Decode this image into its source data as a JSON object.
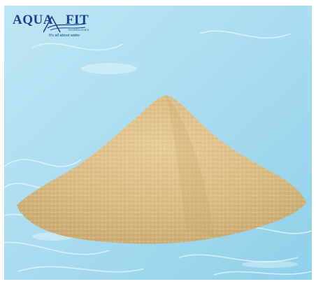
{
  "logo": {
    "brand_left": "AQUA",
    "brand_right": "FIT",
    "brand_subline": "TECHNOLOGIES",
    "tagline": "It's all about water",
    "color": "#1e3f8f"
  },
  "photo": {
    "subject": "resin-granule-pile",
    "background_color": "#a6d9ee",
    "granule_color": "#d9bc84"
  }
}
